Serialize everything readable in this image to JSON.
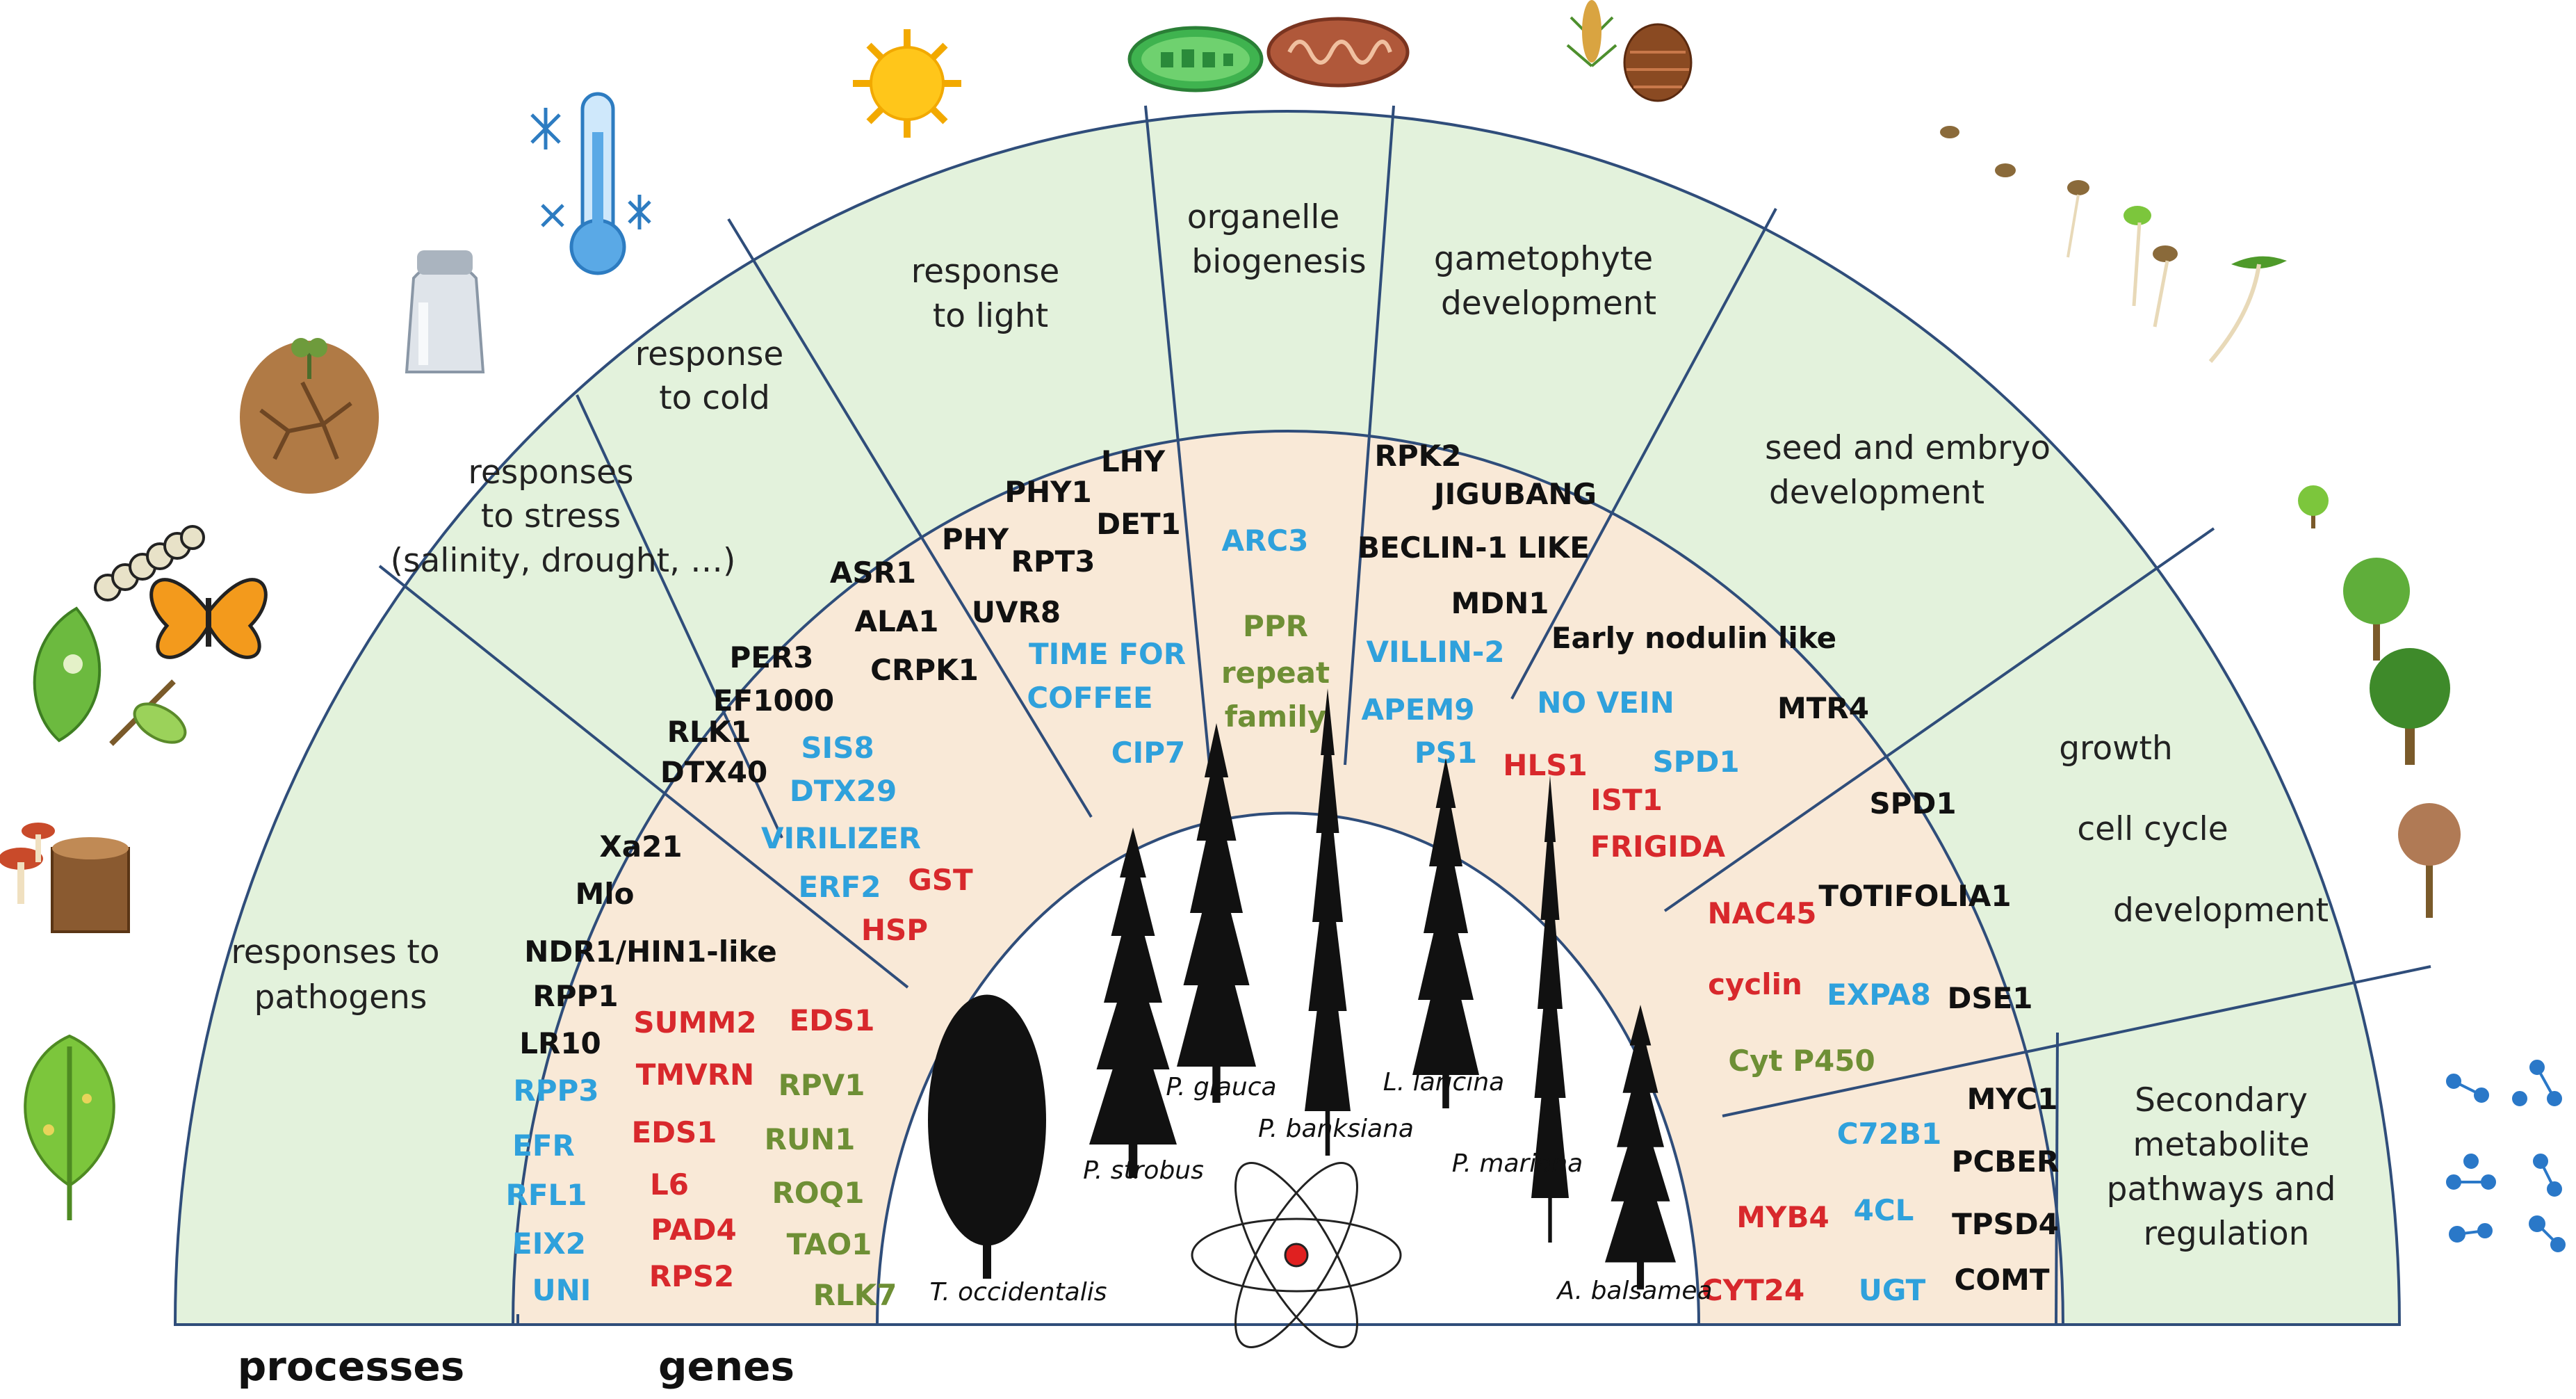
{
  "colors": {
    "outer_band": "#e3f2dc",
    "gene_band": "#f9e9d7",
    "border": "#2f4d7a",
    "black_gene": "#111111",
    "blue_gene": "#2fa1dc",
    "red_gene": "#d8282c",
    "green_gene": "#6e8f35"
  },
  "footer": {
    "processes": "processes",
    "genes": "genes"
  },
  "processes": [
    {
      "name": "responses-to-pathogens",
      "lines": [
        "responses to",
        "pathogens"
      ]
    },
    {
      "name": "responses-to-stress",
      "lines": [
        "responses",
        "to stress",
        "(salinity, drought, …)"
      ]
    },
    {
      "name": "response-to-cold",
      "lines": [
        "response",
        "to cold"
      ]
    },
    {
      "name": "response-to-light",
      "lines": [
        "response",
        "to light"
      ]
    },
    {
      "name": "organelle-biogenesis",
      "lines": [
        "organelle",
        "biogenesis"
      ]
    },
    {
      "name": "gametophyte-development",
      "lines": [
        "gametophyte",
        "development"
      ]
    },
    {
      "name": "seed-embryo-development",
      "lines": [
        "seed and embryo",
        "development"
      ]
    },
    {
      "name": "growth",
      "lines": [
        "growth"
      ]
    },
    {
      "name": "cell-cycle",
      "lines": [
        "cell cycle"
      ]
    },
    {
      "name": "development",
      "lines": [
        "development"
      ]
    },
    {
      "name": "secondary-metabolite",
      "lines": [
        "Secondary",
        "metabolite",
        "pathways and",
        "regulation"
      ]
    }
  ],
  "genes": [
    {
      "text": "Xa21",
      "color": "black"
    },
    {
      "text": "Mlo",
      "color": "black"
    },
    {
      "text": "NDR1/HIN1-like",
      "color": "black"
    },
    {
      "text": "RPP1",
      "color": "black"
    },
    {
      "text": "LR10",
      "color": "black"
    },
    {
      "text": "RPP3",
      "color": "blue"
    },
    {
      "text": "EFR",
      "color": "blue"
    },
    {
      "text": "RFL1",
      "color": "blue"
    },
    {
      "text": "EIX2",
      "color": "blue"
    },
    {
      "text": "UNI",
      "color": "blue"
    },
    {
      "text": "SUMM2",
      "color": "red"
    },
    {
      "text": "TMVRN",
      "color": "red"
    },
    {
      "text": "EDS1",
      "color": "red"
    },
    {
      "text": "L6",
      "color": "red"
    },
    {
      "text": "PAD4",
      "color": "red"
    },
    {
      "text": "RPS2",
      "color": "red"
    },
    {
      "text": "EDS1",
      "color": "red"
    },
    {
      "text": "RPV1",
      "color": "green"
    },
    {
      "text": "RUN1",
      "color": "green"
    },
    {
      "text": "ROQ1",
      "color": "green"
    },
    {
      "text": "TAO1",
      "color": "green"
    },
    {
      "text": "RLK7",
      "color": "green"
    },
    {
      "text": "PER3",
      "color": "black"
    },
    {
      "text": "EF1000",
      "color": "black"
    },
    {
      "text": "RLK1",
      "color": "black"
    },
    {
      "text": "DTX40",
      "color": "black"
    },
    {
      "text": "SIS8",
      "color": "blue"
    },
    {
      "text": "DTX29",
      "color": "blue"
    },
    {
      "text": "VIRILIZER",
      "color": "blue"
    },
    {
      "text": "ERF2",
      "color": "blue"
    },
    {
      "text": "GST",
      "color": "red"
    },
    {
      "text": "HSP",
      "color": "red"
    },
    {
      "text": "ASR1",
      "color": "black"
    },
    {
      "text": "ALA1",
      "color": "black"
    },
    {
      "text": "CRPK1",
      "color": "black"
    },
    {
      "text": "LHY",
      "color": "black"
    },
    {
      "text": "PHY1",
      "color": "black"
    },
    {
      "text": "DET1",
      "color": "black"
    },
    {
      "text": "PHY",
      "color": "black"
    },
    {
      "text": "RPT3",
      "color": "black"
    },
    {
      "text": "UVR8",
      "color": "black"
    },
    {
      "text": "TIME FOR",
      "color": "blue"
    },
    {
      "text": "COFFEE",
      "color": "blue"
    },
    {
      "text": "CIP7",
      "color": "blue"
    },
    {
      "text": "ARC3",
      "color": "blue"
    },
    {
      "text": "PPR",
      "color": "green"
    },
    {
      "text": "repeat",
      "color": "green"
    },
    {
      "text": "family",
      "color": "green"
    },
    {
      "text": "RPK2",
      "color": "black"
    },
    {
      "text": "JIGUBANG",
      "color": "black"
    },
    {
      "text": "BECLIN-1 LIKE",
      "color": "black"
    },
    {
      "text": "MDN1",
      "color": "black"
    },
    {
      "text": "VILLIN-2",
      "color": "blue"
    },
    {
      "text": "APEM9",
      "color": "blue"
    },
    {
      "text": "PS1",
      "color": "blue"
    },
    {
      "text": "Early nodulin like",
      "color": "black"
    },
    {
      "text": "MTR4",
      "color": "black"
    },
    {
      "text": "NO VEIN",
      "color": "blue"
    },
    {
      "text": "SPD1",
      "color": "blue"
    },
    {
      "text": "HLS1",
      "color": "red"
    },
    {
      "text": "IST1",
      "color": "red"
    },
    {
      "text": "FRIGIDA",
      "color": "red"
    },
    {
      "text": "SPD1",
      "color": "black"
    },
    {
      "text": "TOTIFOLIA1",
      "color": "black"
    },
    {
      "text": "DSE1",
      "color": "black"
    },
    {
      "text": "NAC45",
      "color": "red"
    },
    {
      "text": "cyclin",
      "color": "red"
    },
    {
      "text": "EXPA8",
      "color": "blue"
    },
    {
      "text": "Cyt P450",
      "color": "green"
    },
    {
      "text": "MYC1",
      "color": "black"
    },
    {
      "text": "PCBER",
      "color": "black"
    },
    {
      "text": "TPSD4",
      "color": "black"
    },
    {
      "text": "COMT",
      "color": "black"
    },
    {
      "text": "C72B1",
      "color": "blue"
    },
    {
      "text": "4CL",
      "color": "blue"
    },
    {
      "text": "UGT",
      "color": "blue"
    },
    {
      "text": "MYB4",
      "color": "red"
    },
    {
      "text": "CYT24",
      "color": "red"
    }
  ],
  "species": [
    "P. strobus",
    "P. glauca",
    "P. banksiana",
    "L. laricina",
    "P. mariana",
    "T. occidentalis",
    "A. balsamea"
  ],
  "icons": [
    "sun-icon",
    "chloroplast-icon",
    "mitochondrion-icon",
    "pine-cone-icon",
    "thermometer-snowflake-icon",
    "salt-shaker-icon",
    "drought-icon",
    "butterfly-icon",
    "caterpillar-icon",
    "damaged-leaf-icon",
    "leaf-icon",
    "mushroom-stump-icon",
    "germinating-seed-icon",
    "growing-tree-icon",
    "molecule-icon",
    "atom-icon",
    "conifer-silhouette-icon"
  ]
}
